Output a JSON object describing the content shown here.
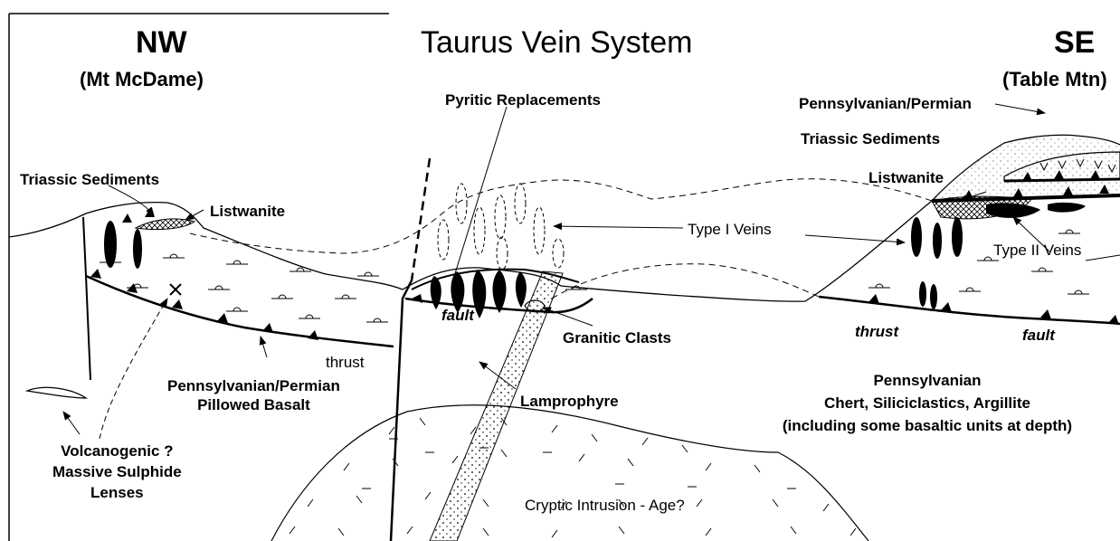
{
  "title": "Taurus Vein System",
  "left": {
    "direction": "NW",
    "place": "(Mt McDame)"
  },
  "right": {
    "direction": "SE",
    "place": "(Table Mtn)"
  },
  "labels": {
    "triassic_left": "Triassic Sediments",
    "listwanite_left": "Listwanite",
    "thrust_left": "thrust",
    "pillowed_line1": "Pennsylvanian/Permian",
    "pillowed_line2": "Pillowed Basalt",
    "volc_line1": "Volcanogenic ?",
    "volc_line2": "Massive Sulphide",
    "volc_line3": "Lenses",
    "pyritic": "Pyritic Replacements",
    "fault_center": "fault",
    "granitic": "Granitic Clasts",
    "lamprophyre": "Lamprophyre",
    "cryptic": "Cryptic Intrusion - Age?",
    "type1": "Type I Veins",
    "type2": "Type II Veins",
    "penn_perm_right": "Pennsylvanian/Permian",
    "triassic_right": "Triassic Sediments",
    "listwanite_right": "Listwanite",
    "thrust_right": "thrust",
    "fault_right": "fault",
    "penn_line1": "Pennsylvanian",
    "penn_line2": "Chert, Siliciclastics, Argillite",
    "penn_line3": "(including some basaltic units at depth)"
  }
}
